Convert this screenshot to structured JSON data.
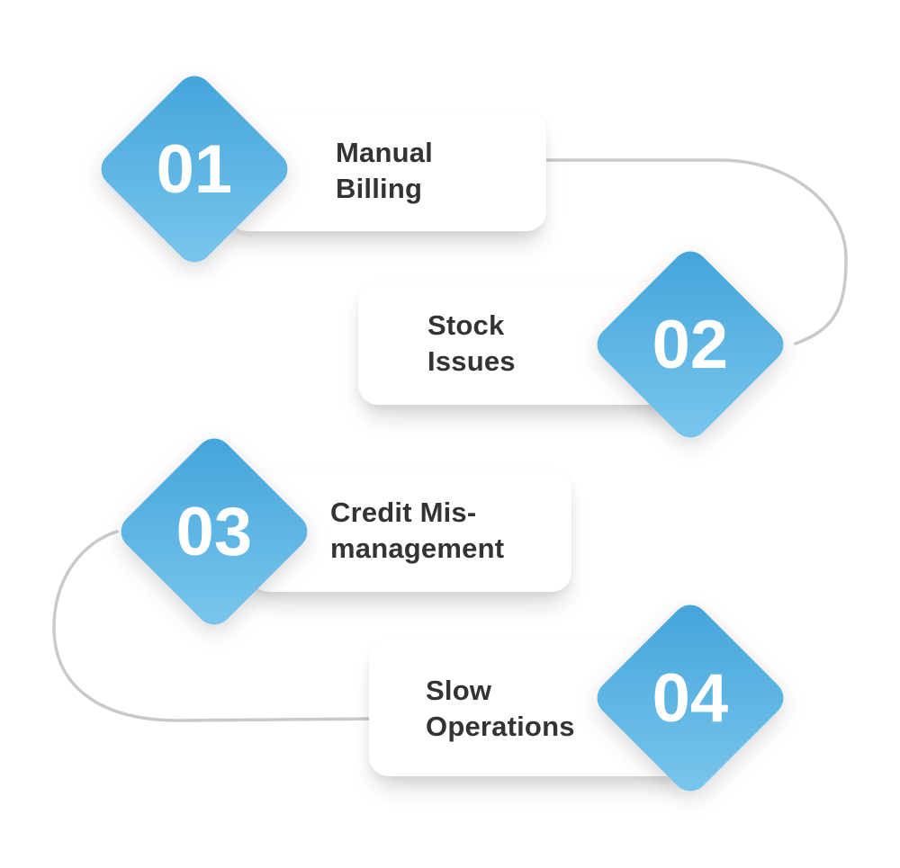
{
  "diagram": {
    "type": "process-steps-infographic",
    "step_count": 4,
    "steps": [
      {
        "number": "01",
        "title": "Manual Billing",
        "title_line1": "Manual",
        "title_line2": "Billing"
      },
      {
        "number": "02",
        "title": "Stock Issues",
        "title_line1": "Stock",
        "title_line2": "Issues"
      },
      {
        "number": "03",
        "title": "Credit Mis-management",
        "title_line1": "Credit Mis-",
        "title_line2": "management"
      },
      {
        "number": "04",
        "title": "Slow Operations",
        "title_line1": "Slow",
        "title_line2": "Operations"
      }
    ],
    "connectors": [
      {
        "from": "step-1-card",
        "to": "step-2-diamond",
        "side": "right"
      },
      {
        "from": "step-3-diamond",
        "to": "step-4-card",
        "side": "left"
      }
    ]
  },
  "colors": {
    "background": "#ffffff",
    "card-bg": "#ffffff",
    "card-text": "#333333",
    "number-text": "#ffffff",
    "diamond-gradient-top": "#42a4da",
    "diamond-gradient-bottom": "#7ac7ed",
    "connector": "#c9c9c9"
  }
}
